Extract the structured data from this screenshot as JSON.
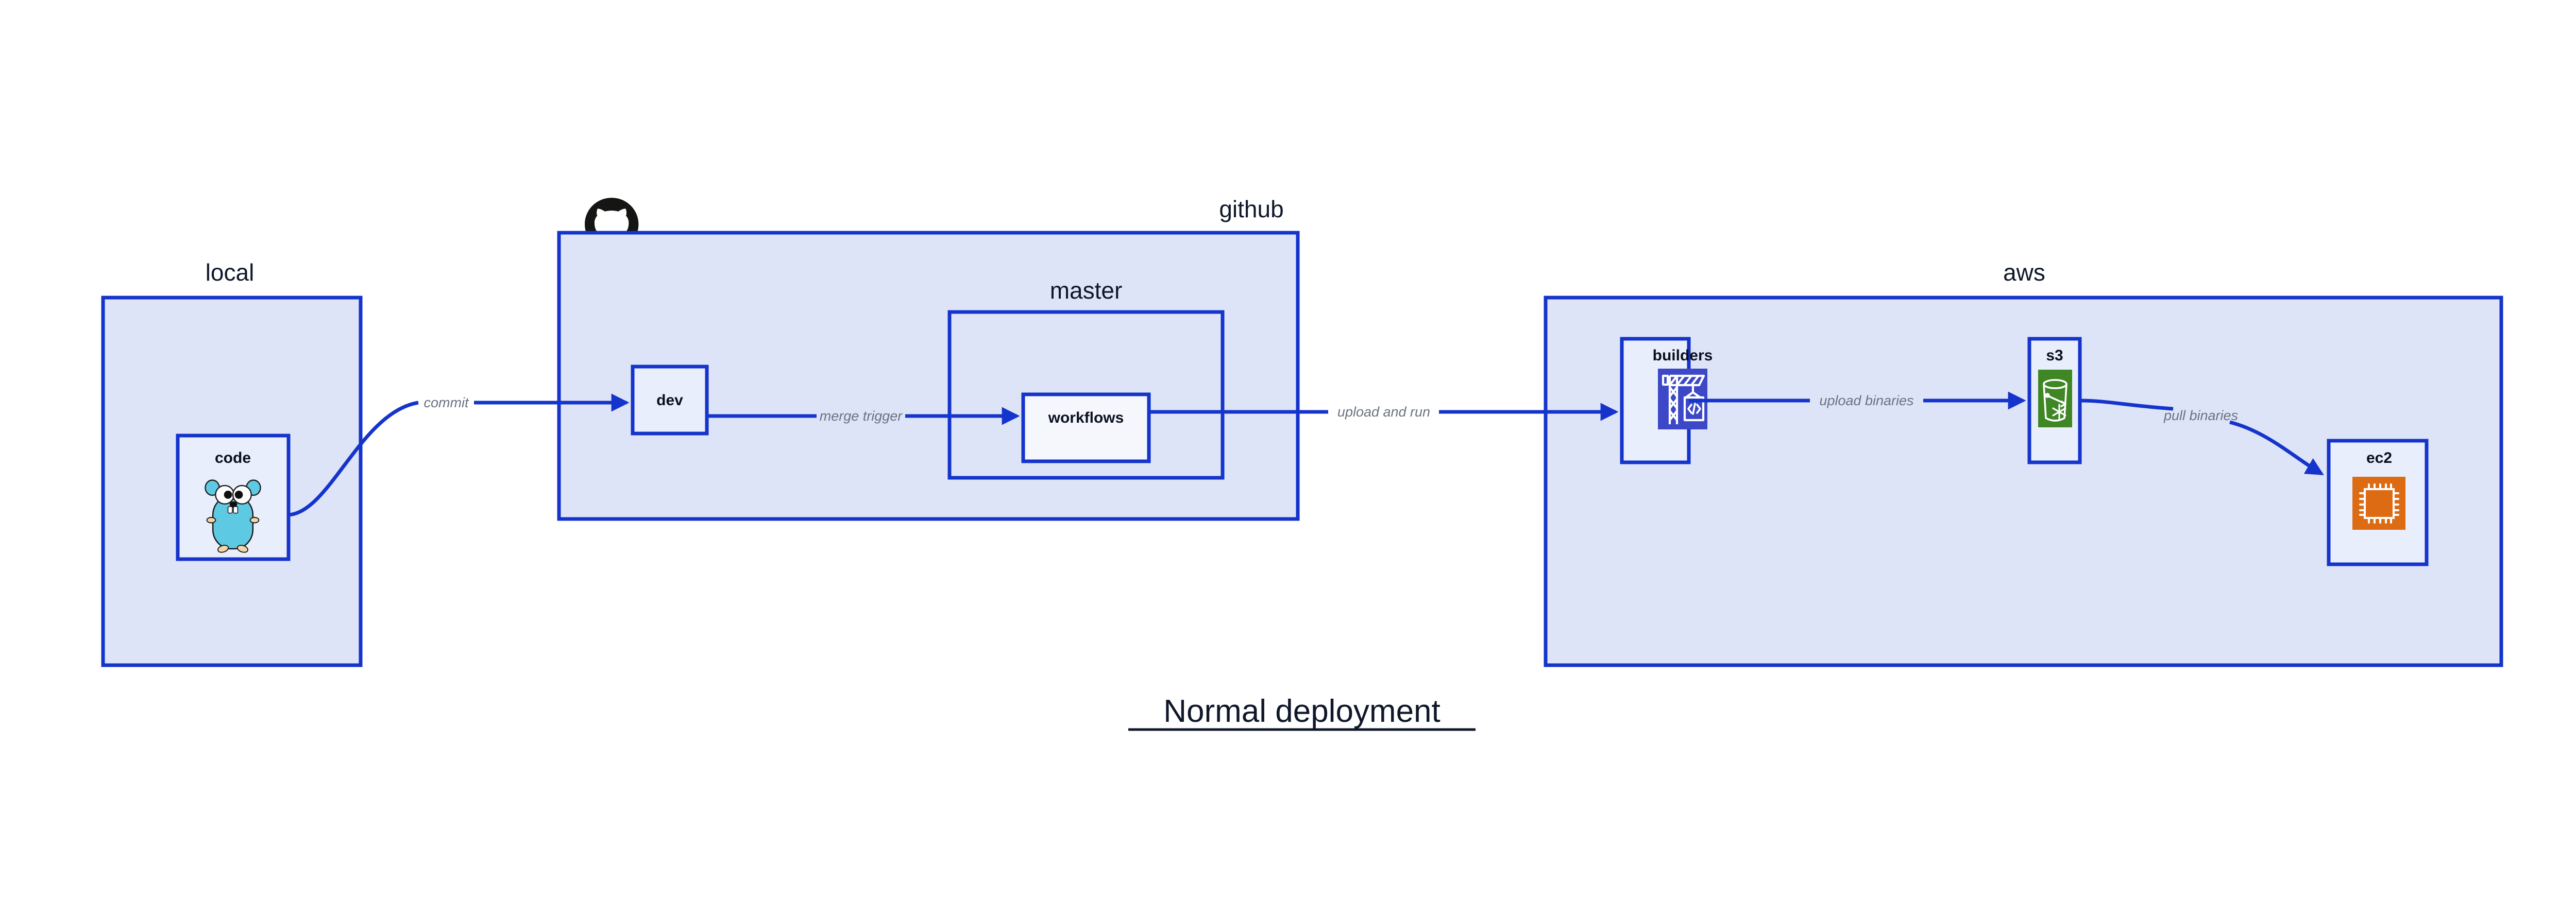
{
  "diagram": {
    "title": "Normal deployment",
    "groups": [
      {
        "id": "local",
        "label": "local"
      },
      {
        "id": "github",
        "label": "github"
      },
      {
        "id": "master",
        "label": "master"
      },
      {
        "id": "aws",
        "label": "aws"
      }
    ],
    "nodes": [
      {
        "id": "code",
        "label": "code",
        "icon": "go-gopher-icon",
        "group": "local"
      },
      {
        "id": "dev",
        "label": "dev",
        "icon": null,
        "group": "github"
      },
      {
        "id": "workflows",
        "label": "workflows",
        "icon": null,
        "group": "master"
      },
      {
        "id": "builders",
        "label": "builders",
        "icon": "aws-builders-crane-icon",
        "group": "aws"
      },
      {
        "id": "s3",
        "label": "s3",
        "icon": "aws-s3-bucket-icon",
        "group": "aws"
      },
      {
        "id": "ec2",
        "label": "ec2",
        "icon": "aws-ec2-chip-icon",
        "group": "aws"
      }
    ],
    "edges": [
      {
        "id": "commit",
        "label": "commit",
        "from": "code",
        "to": "dev"
      },
      {
        "id": "merge-trigger",
        "label": "merge trigger",
        "from": "dev",
        "to": "workflows"
      },
      {
        "id": "upload-and-run",
        "label": "upload and run",
        "from": "workflows",
        "to": "builders"
      },
      {
        "id": "upload-binaries",
        "label": "upload binaries",
        "from": "builders",
        "to": "s3"
      },
      {
        "id": "pull-binaries",
        "label": "pull binaries",
        "from": "s3",
        "to": "ec2"
      }
    ],
    "logos": [
      {
        "id": "github-octocat",
        "name": "github-octocat-icon"
      }
    ],
    "colors": {
      "group_fill": "#dee4f8",
      "node_fill": "#e9eefc",
      "border": "#1434cb",
      "edge": "#1434cb",
      "edge_label": "#6b7280",
      "text": "#0f1729",
      "builders_icon_bg": "#3c48c8",
      "s3_icon_bg": "#3f8624",
      "ec2_icon_bg": "#dd6b14",
      "gopher_body": "#5dc9e2",
      "octocat": "#151513",
      "background": "#ffffff"
    }
  }
}
